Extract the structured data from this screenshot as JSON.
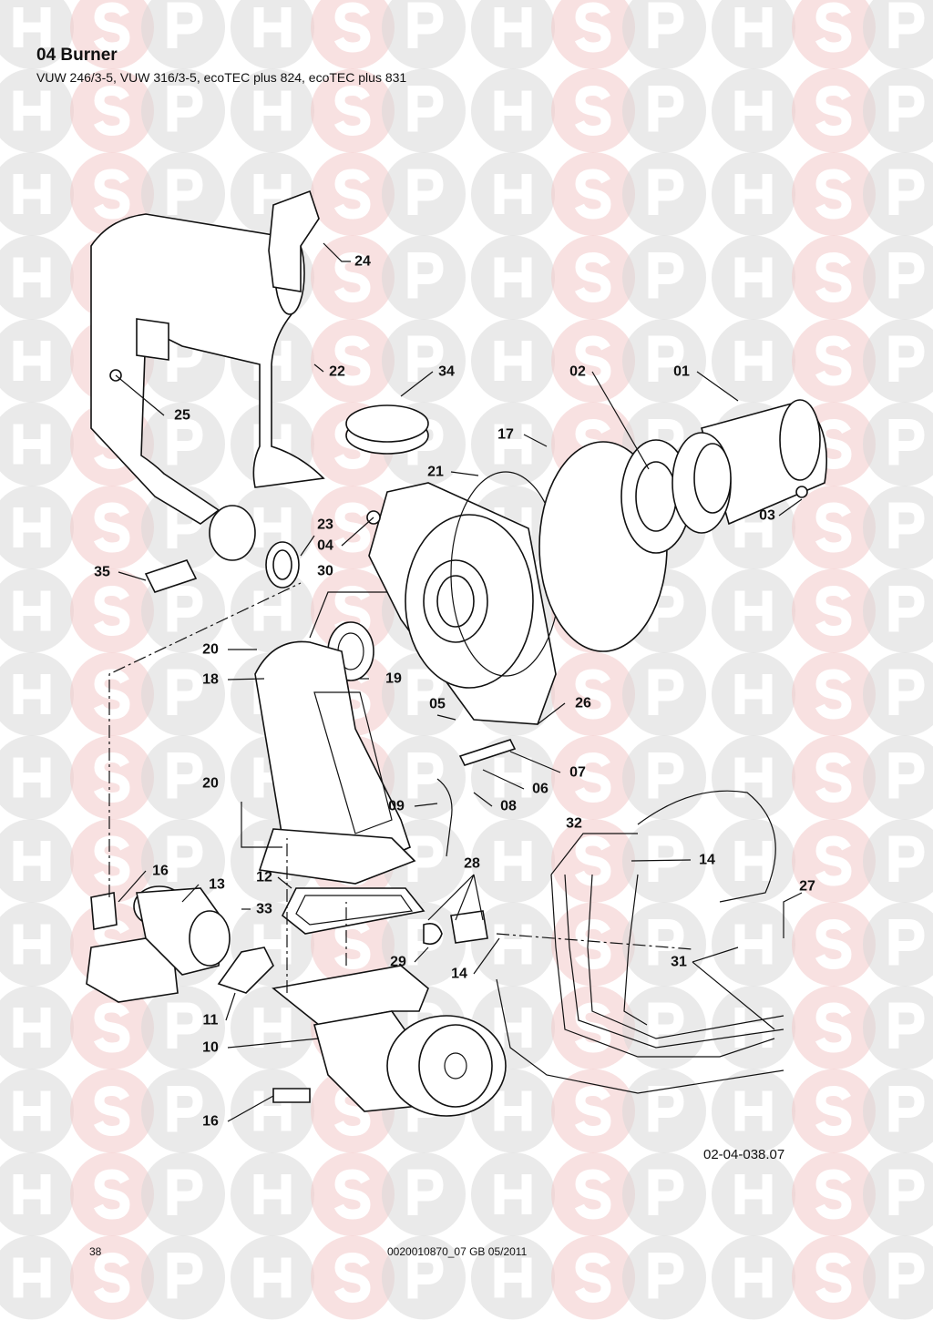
{
  "header": {
    "title": "04 Burner",
    "subtitle": "VUW 246/3-5, VUW 316/3-5, ecoTEC plus 824, ecoTEC plus 831"
  },
  "watermark": {
    "letters": [
      "H",
      "S",
      "P"
    ],
    "grey": "#d9d9d9",
    "pink": "#f2c8c8"
  },
  "callouts": [
    "24",
    "22",
    "34",
    "02",
    "01",
    "25",
    "17",
    "21",
    "23",
    "04",
    "03",
    "35",
    "30",
    "20",
    "18",
    "19",
    "26",
    "05",
    "07",
    "06",
    "08",
    "09",
    "32",
    "14",
    "20",
    "28",
    "16",
    "13",
    "12",
    "27",
    "33",
    "29",
    "14",
    "31",
    "11",
    "10",
    "16"
  ],
  "footer": {
    "drawing_number": "02-04-038.07",
    "page_number": "38",
    "doc_ref": "0020010870_07 GB 05/2011"
  }
}
